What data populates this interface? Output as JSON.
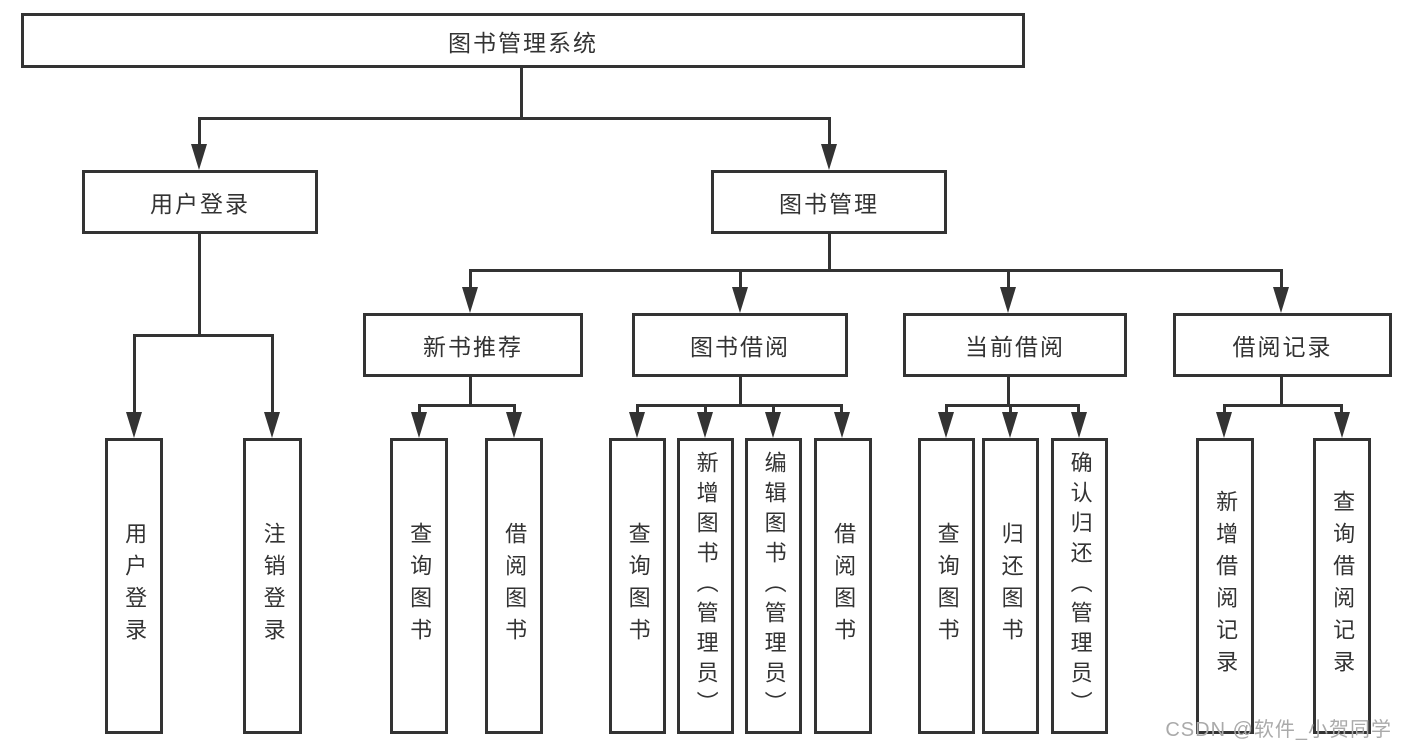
{
  "diagram": {
    "root": {
      "label": "图书管理系统"
    },
    "user_login": {
      "label": "用户登录",
      "children": [
        {
          "label": "用户登录"
        },
        {
          "label": "注销登录"
        }
      ]
    },
    "book_mgmt": {
      "label": "图书管理",
      "sections": [
        {
          "label": "新书推荐",
          "children": [
            {
              "label": "查询图书"
            },
            {
              "label": "借阅图书"
            }
          ]
        },
        {
          "label": "图书借阅",
          "children": [
            {
              "label": "查询图书"
            },
            {
              "label": "新增图书（管理员）"
            },
            {
              "label": "编辑图书（管理员）"
            },
            {
              "label": "借阅图书"
            }
          ]
        },
        {
          "label": "当前借阅",
          "children": [
            {
              "label": "查询图书"
            },
            {
              "label": "归还图书"
            },
            {
              "label": "确认归还（管理员）"
            }
          ]
        },
        {
          "label": "借阅记录",
          "children": [
            {
              "label": "新增借阅记录"
            },
            {
              "label": "查询借阅记录"
            }
          ]
        }
      ]
    },
    "colors": {
      "line": "#333333",
      "text": "#333333",
      "watermark": "#aaaaaa"
    },
    "watermark": "CSDN @软件_小贺同学"
  }
}
